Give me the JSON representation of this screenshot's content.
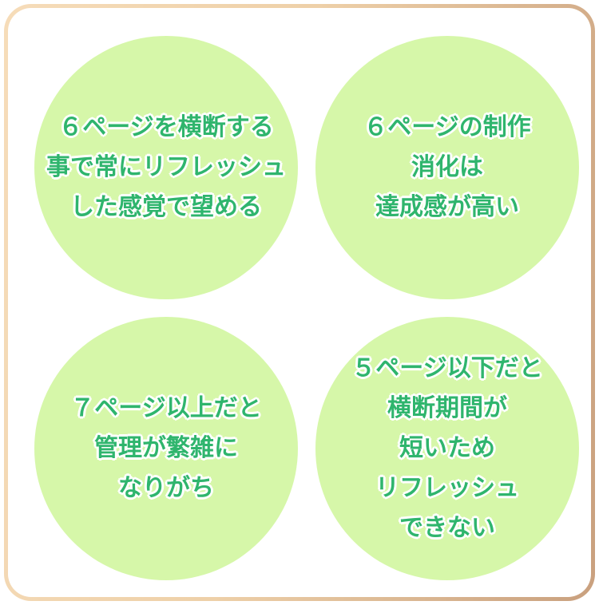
{
  "circles": [
    {
      "lines": [
        "６ページを横断する",
        "事で常にリフレッシュ",
        "した感覚で望める"
      ]
    },
    {
      "lines": [
        "６ページの制作",
        "消化は",
        "達成感が高い"
      ]
    },
    {
      "lines": [
        "７ページ以上だと",
        "管理が繁雑に",
        "なりがち"
      ]
    },
    {
      "lines": [
        "５ページ以下だと",
        "横断期間が",
        "短いため",
        "リフレッシュ",
        "できない"
      ]
    }
  ],
  "colors": {
    "circle_fill": "#d6f7a9",
    "text": "#2fb56d",
    "text_outline": "#ffffff",
    "frame_border_light": "#f6dcb9",
    "frame_border_dark": "#c9a07e"
  }
}
